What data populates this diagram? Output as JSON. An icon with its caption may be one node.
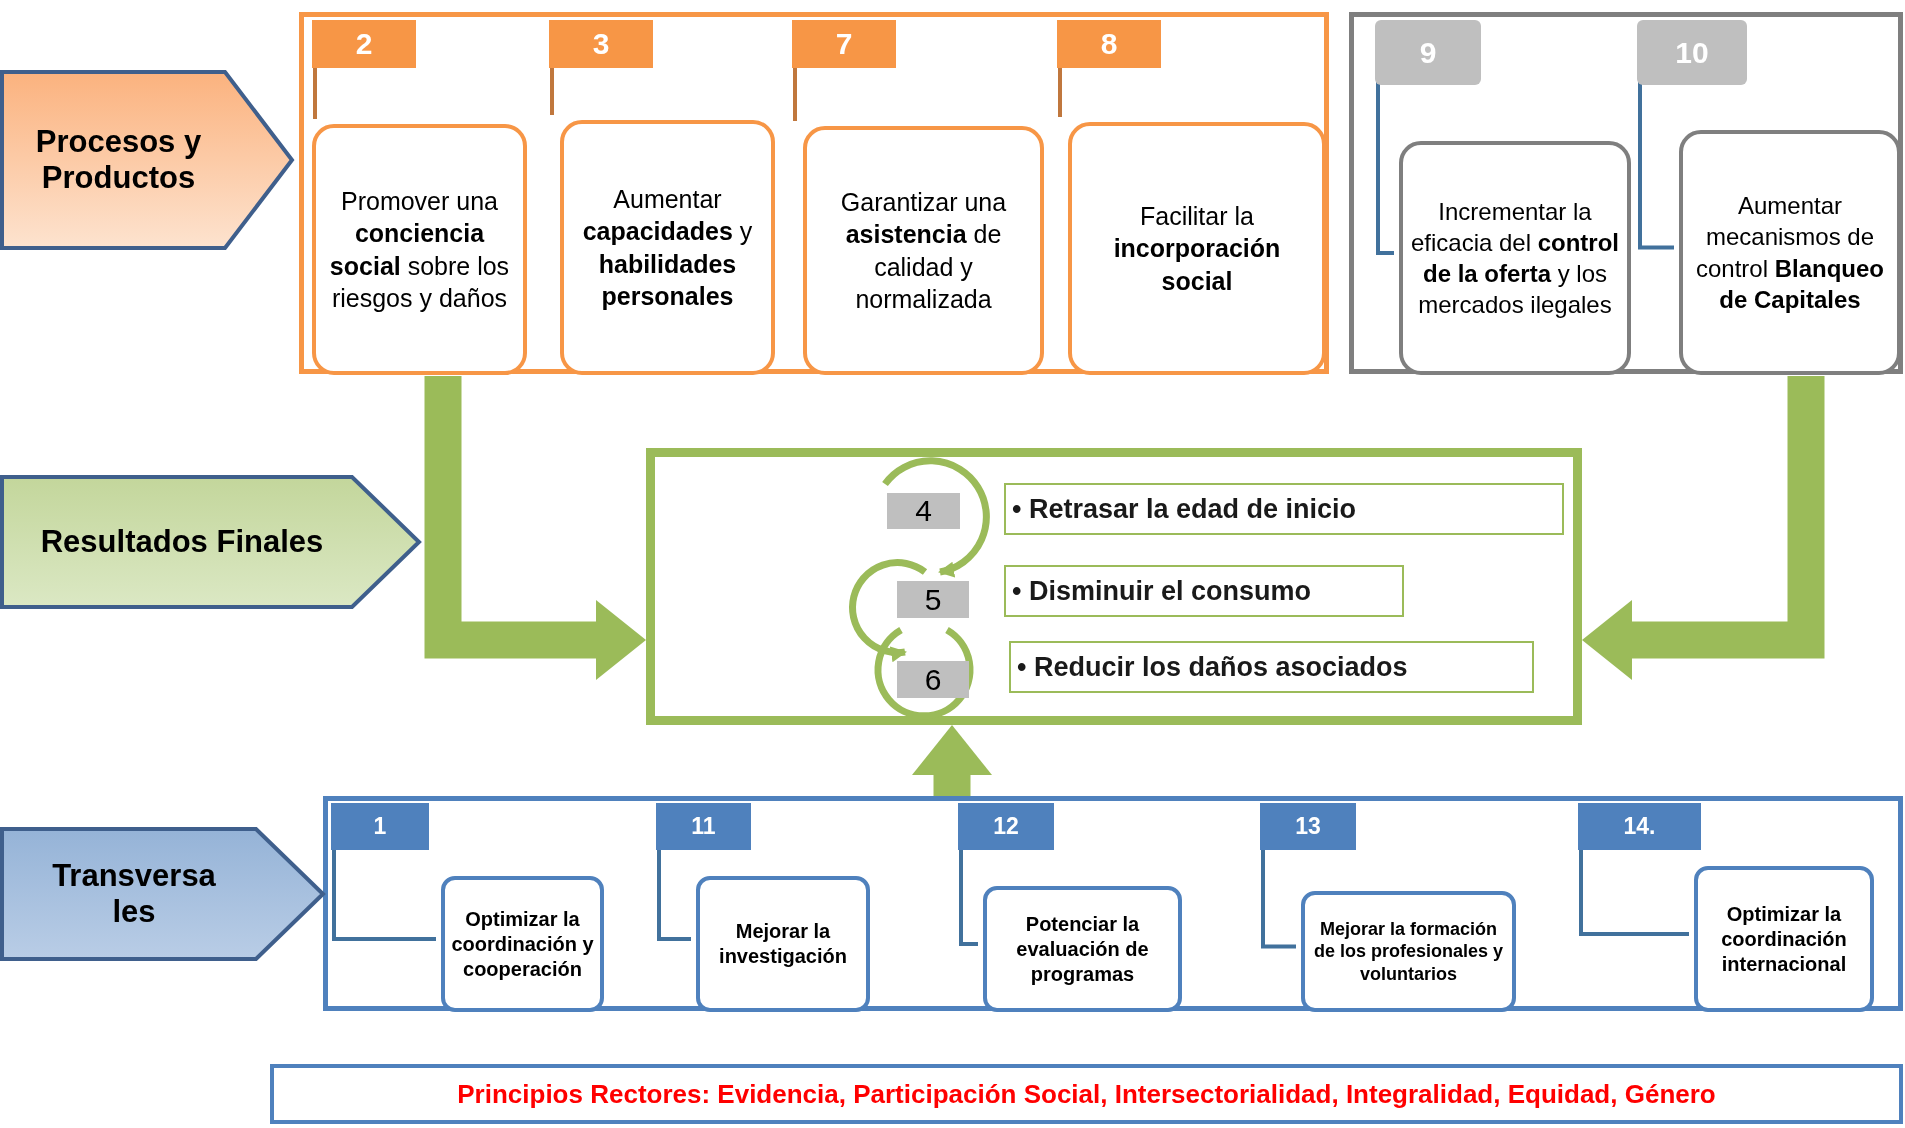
{
  "diagram": {
    "nodes": [
      {
        "text": [
          "Procesos y Productos"
        ]
      },
      {
        "text": [],
        "shape": "box"
      },
      {
        "text": [
          "2"
        ],
        "in": 1
      },
      {
        "text": [
          "Promover una **conciencia social** sobre los riesgos y daños"
        ],
        "in": 1
      },
      {
        "text": [
          "3"
        ],
        "in": 1
      },
      {
        "text": [
          "Aumentar **capacidades** y **habilidades personales**"
        ],
        "in": 1
      },
      {
        "text": [
          "7"
        ],
        "in": 1
      },
      {
        "text": [
          "Garantizar una **asistencia** de calidad y normalizada"
        ],
        "in": 1
      },
      {
        "text": [
          "8"
        ],
        "in": 1
      },
      {
        "text": [
          "Facilitar la **incorporación social**"
        ],
        "in": 1
      },
      {
        "text": [],
        "shape": "box"
      },
      {
        "text": [
          "9"
        ],
        "in": 10
      },
      {
        "text": [
          "Incrementar la eficacia del **control de la oferta** y los mercados ilegales"
        ],
        "in": 10
      },
      {
        "text": [
          "10"
        ],
        "in": 10
      },
      {
        "text": [
          "Aumentar mecanismos de control **Blanqueo de Capitales**"
        ],
        "in": 10
      },
      {
        "text": [
          "Resultados Finales"
        ]
      },
      {
        "text": [],
        "shape": "box"
      },
      {
        "text": [
          "4"
        ],
        "in": 16
      },
      {
        "text": [
          "• Retrasar la edad de inicio"
        ],
        "in": 16
      },
      {
        "text": [
          "5"
        ],
        "in": 16
      },
      {
        "text": [
          "• Disminuir el consumo"
        ],
        "in": 16
      },
      {
        "text": [
          "6"
        ],
        "in": 16
      },
      {
        "text": [
          "• Reducir los daños asociados"
        ],
        "in": 16
      },
      {
        "text": [
          "Transversa les"
        ]
      },
      {
        "text": [],
        "shape": "box"
      },
      {
        "text": [
          "1"
        ],
        "in": 24
      },
      {
        "text": [
          "Optimizar la coordinación y cooperación"
        ],
        "in": 24
      },
      {
        "text": [
          "11"
        ],
        "in": 24
      },
      {
        "text": [
          "Mejorar la investigación"
        ],
        "in": 24
      },
      {
        "text": [
          "12"
        ],
        "in": 24
      },
      {
        "text": [
          "Potenciar la evaluación de programas"
        ],
        "in": 24
      },
      {
        "text": [
          "13"
        ],
        "in": 24
      },
      {
        "text": [
          "Mejorar la formación de los profesionales y voluntarios"
        ],
        "in": 24
      },
      {
        "text": [
          "14."
        ],
        "in": 24
      },
      {
        "text": [
          "Optimizar la coordinación internacional"
        ],
        "in": 24
      },
      {
        "text": [
          "Principios Rectores: Evidencia, Participación Social, Intersectorialidad, Integralidad, Equidad, Género"
        ]
      }
    ],
    "edges": [
      {
        "from": 2,
        "to": 3,
        "arrow": "none",
        "color": "#c0773d"
      },
      {
        "from": 4,
        "to": 5,
        "arrow": "none",
        "color": "#c0773d"
      },
      {
        "from": 6,
        "to": 7,
        "arrow": "none",
        "color": "#c0773d"
      },
      {
        "from": 8,
        "to": 9,
        "arrow": "none",
        "color": "#c0773d"
      },
      {
        "from": 11,
        "to": 12,
        "arrow": "none"
      },
      {
        "from": 13,
        "to": 14,
        "arrow": "none"
      },
      {
        "from": 25,
        "to": 26,
        "arrow": "none"
      },
      {
        "from": 27,
        "to": 28,
        "arrow": "none"
      },
      {
        "from": 29,
        "to": 30,
        "arrow": "none"
      },
      {
        "from": 31,
        "to": 32,
        "arrow": "none"
      },
      {
        "from": 33,
        "to": 34,
        "arrow": "none"
      },
      {
        "from": 1,
        "to": 16,
        "arrow": "to",
        "style": "thick",
        "color": "#9bbb59"
      },
      {
        "from": 10,
        "to": 16,
        "arrow": "to",
        "style": "thick",
        "color": "#9bbb59"
      },
      {
        "from": 24,
        "to": 16,
        "arrow": "to",
        "style": "thick",
        "color": "#9bbb59"
      },
      {
        "from": 17,
        "to": 19,
        "arrow": "to",
        "color": "#9bbb59"
      },
      {
        "from": 19,
        "to": 21,
        "arrow": "to",
        "color": "#9bbb59"
      }
    ]
  }
}
